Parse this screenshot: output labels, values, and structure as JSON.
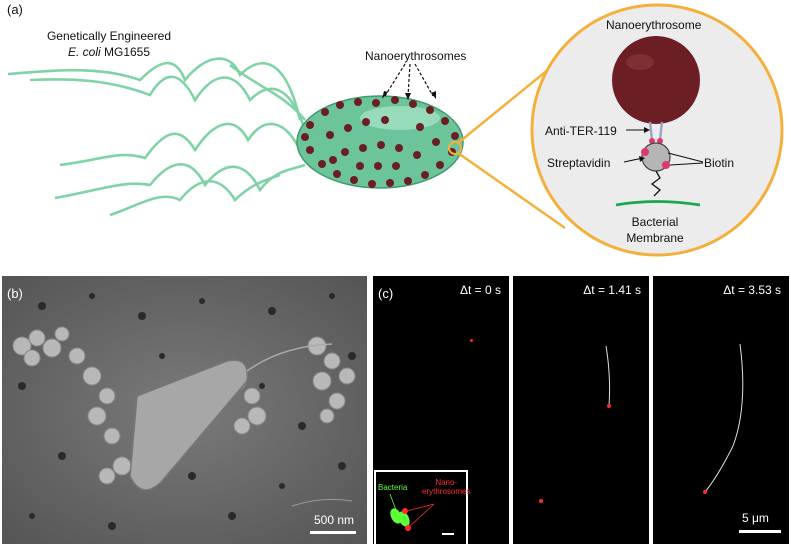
{
  "panel_a": {
    "letter": "(a)",
    "bacterium_title_line1": "Genetically Engineered",
    "bacterium_title_line2_italic": "E. coli",
    "bacterium_title_line2_rest": " MG1655",
    "nanoerythrosomes_label": "Nanoerythrosomes",
    "zoom": {
      "nanoerythrosome": "Nanoerythrosome",
      "anti_ter": "Anti-TER-119",
      "streptavidin": "Streptavidin",
      "biotin": "Biotin",
      "membrane_line1": "Bacterial",
      "membrane_line2": "Membrane"
    },
    "colors": {
      "flagella": "#7fd3a6",
      "body": "#6cc49a",
      "particles": "#6b1f24",
      "zoom_ring": "#f3b03c",
      "membrane": "#1aa84a",
      "biotin": "#e0386a"
    }
  },
  "panel_b": {
    "letter": "(b)",
    "scale_label": "500 nm"
  },
  "panel_c": {
    "letter": "(c)",
    "frames": [
      {
        "dt": "Δt = 0 s"
      },
      {
        "dt": "Δt = 1.41 s"
      },
      {
        "dt": "Δt = 3.53 s"
      }
    ],
    "inset": {
      "bacteria": "Bacteria",
      "nano_line1": "Nano-",
      "nano_line2": "erythrosomes"
    },
    "scale_label": "5 μm"
  }
}
